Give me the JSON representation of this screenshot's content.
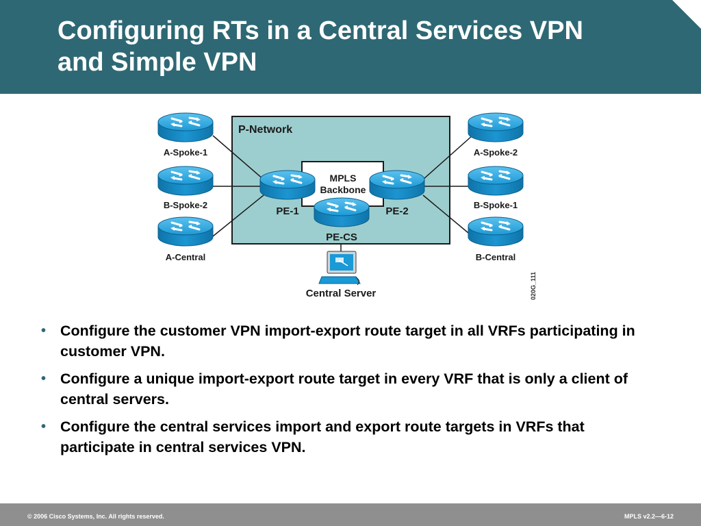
{
  "slide": {
    "title": "Configuring RTs in a Central Services VPN\nand Simple VPN"
  },
  "diagram": {
    "cloud_label": "P-Network",
    "backbone_label_line1": "MPLS",
    "backbone_label_line2": "Backbone",
    "pe1_label": "PE-1",
    "pe2_label": "PE-2",
    "pecs_label": "PE-CS",
    "a_spoke1_label": "A-Spoke-1",
    "b_spoke2_label": "B-Spoke-2",
    "a_central_label": "A-Central",
    "a_spoke2_label": "A-Spoke-2",
    "b_spoke1_label": "B-Spoke-1",
    "b_central_label": "B-Central",
    "server_label": "Central Server",
    "figure_id": "020G_111",
    "colors": {
      "cloud_fill": "#9dcecf",
      "router_blue": "#1a9ad6",
      "header": "#2e6874"
    }
  },
  "bullets": [
    "Configure the customer VPN import-export route target in all VRFs participating in customer VPN.",
    "Configure a unique import-export route target in every VRF that is only a client of central servers.",
    "Configure the central services import and export route targets in VRFs that participate in central services VPN."
  ],
  "footer": {
    "copyright": "© 2006 Cisco Systems, Inc. All rights reserved.",
    "page": "MPLS v2.2—6-12"
  }
}
